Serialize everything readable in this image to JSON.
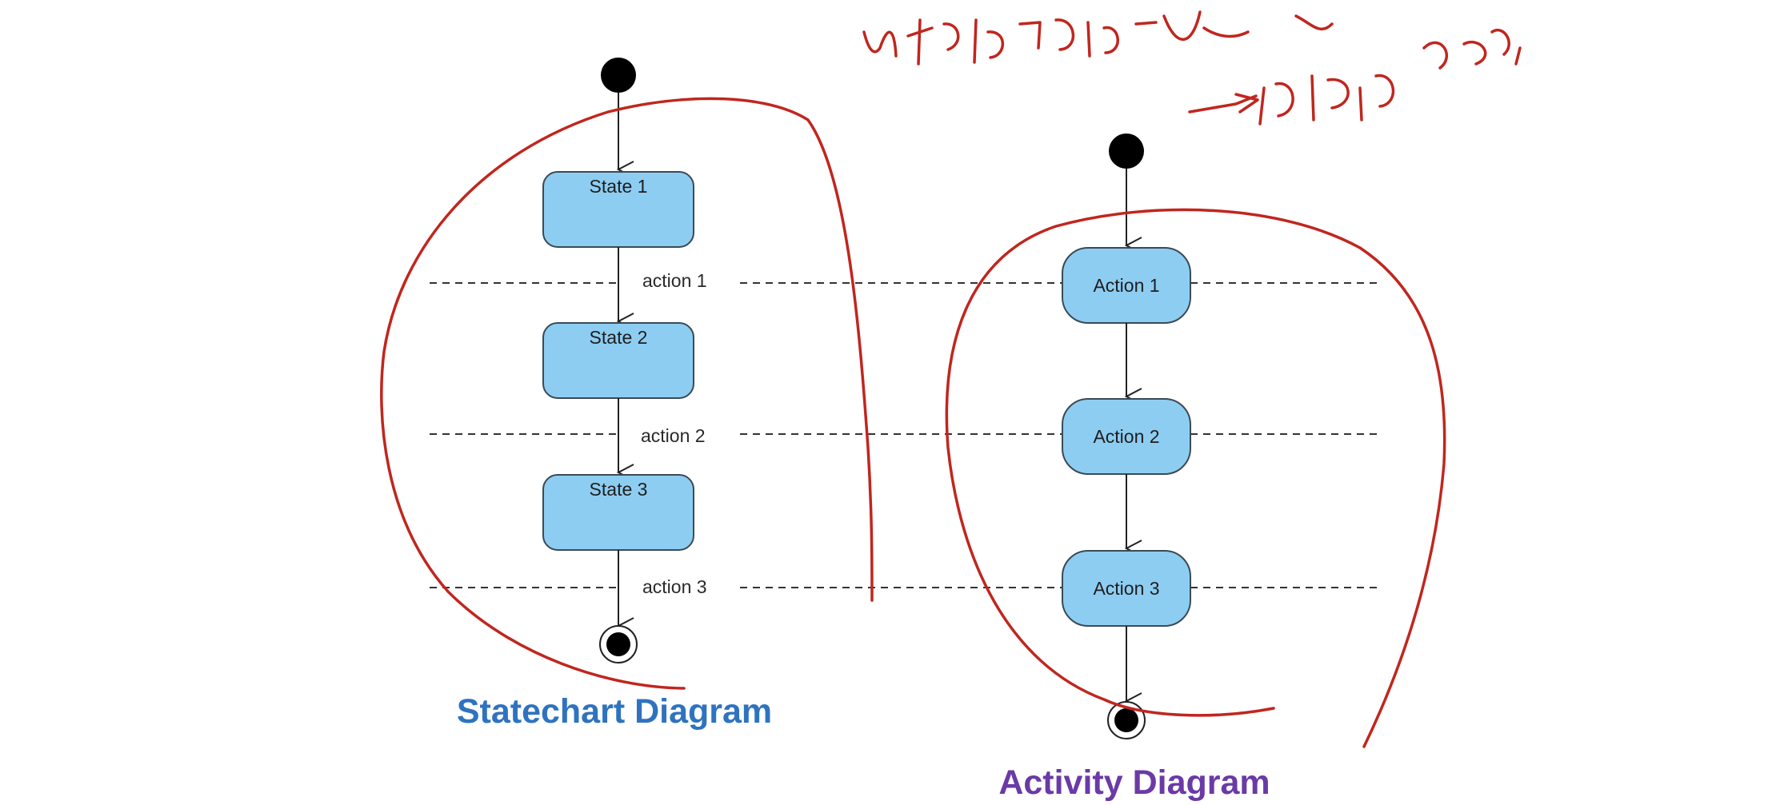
{
  "colors": {
    "node_fill": "#8ecdf2",
    "node_stroke": "#3a4a55",
    "statechart_title": "#2f73bf",
    "activity_title": "#6a3aa6",
    "annotation": "#c0261e"
  },
  "statechart": {
    "title": "Statechart Diagram",
    "states": [
      "State 1",
      "State 2",
      "State 3"
    ],
    "transitions": [
      "action 1",
      "action 2",
      "action 3"
    ]
  },
  "activity": {
    "title": "Activity Diagram",
    "actions": [
      "Action 1",
      "Action 2",
      "Action 3"
    ]
  },
  "annotation": {
    "line1": "비슷한데 관점이 다른데",
    "line2": "→ 내부 안 내용"
  }
}
